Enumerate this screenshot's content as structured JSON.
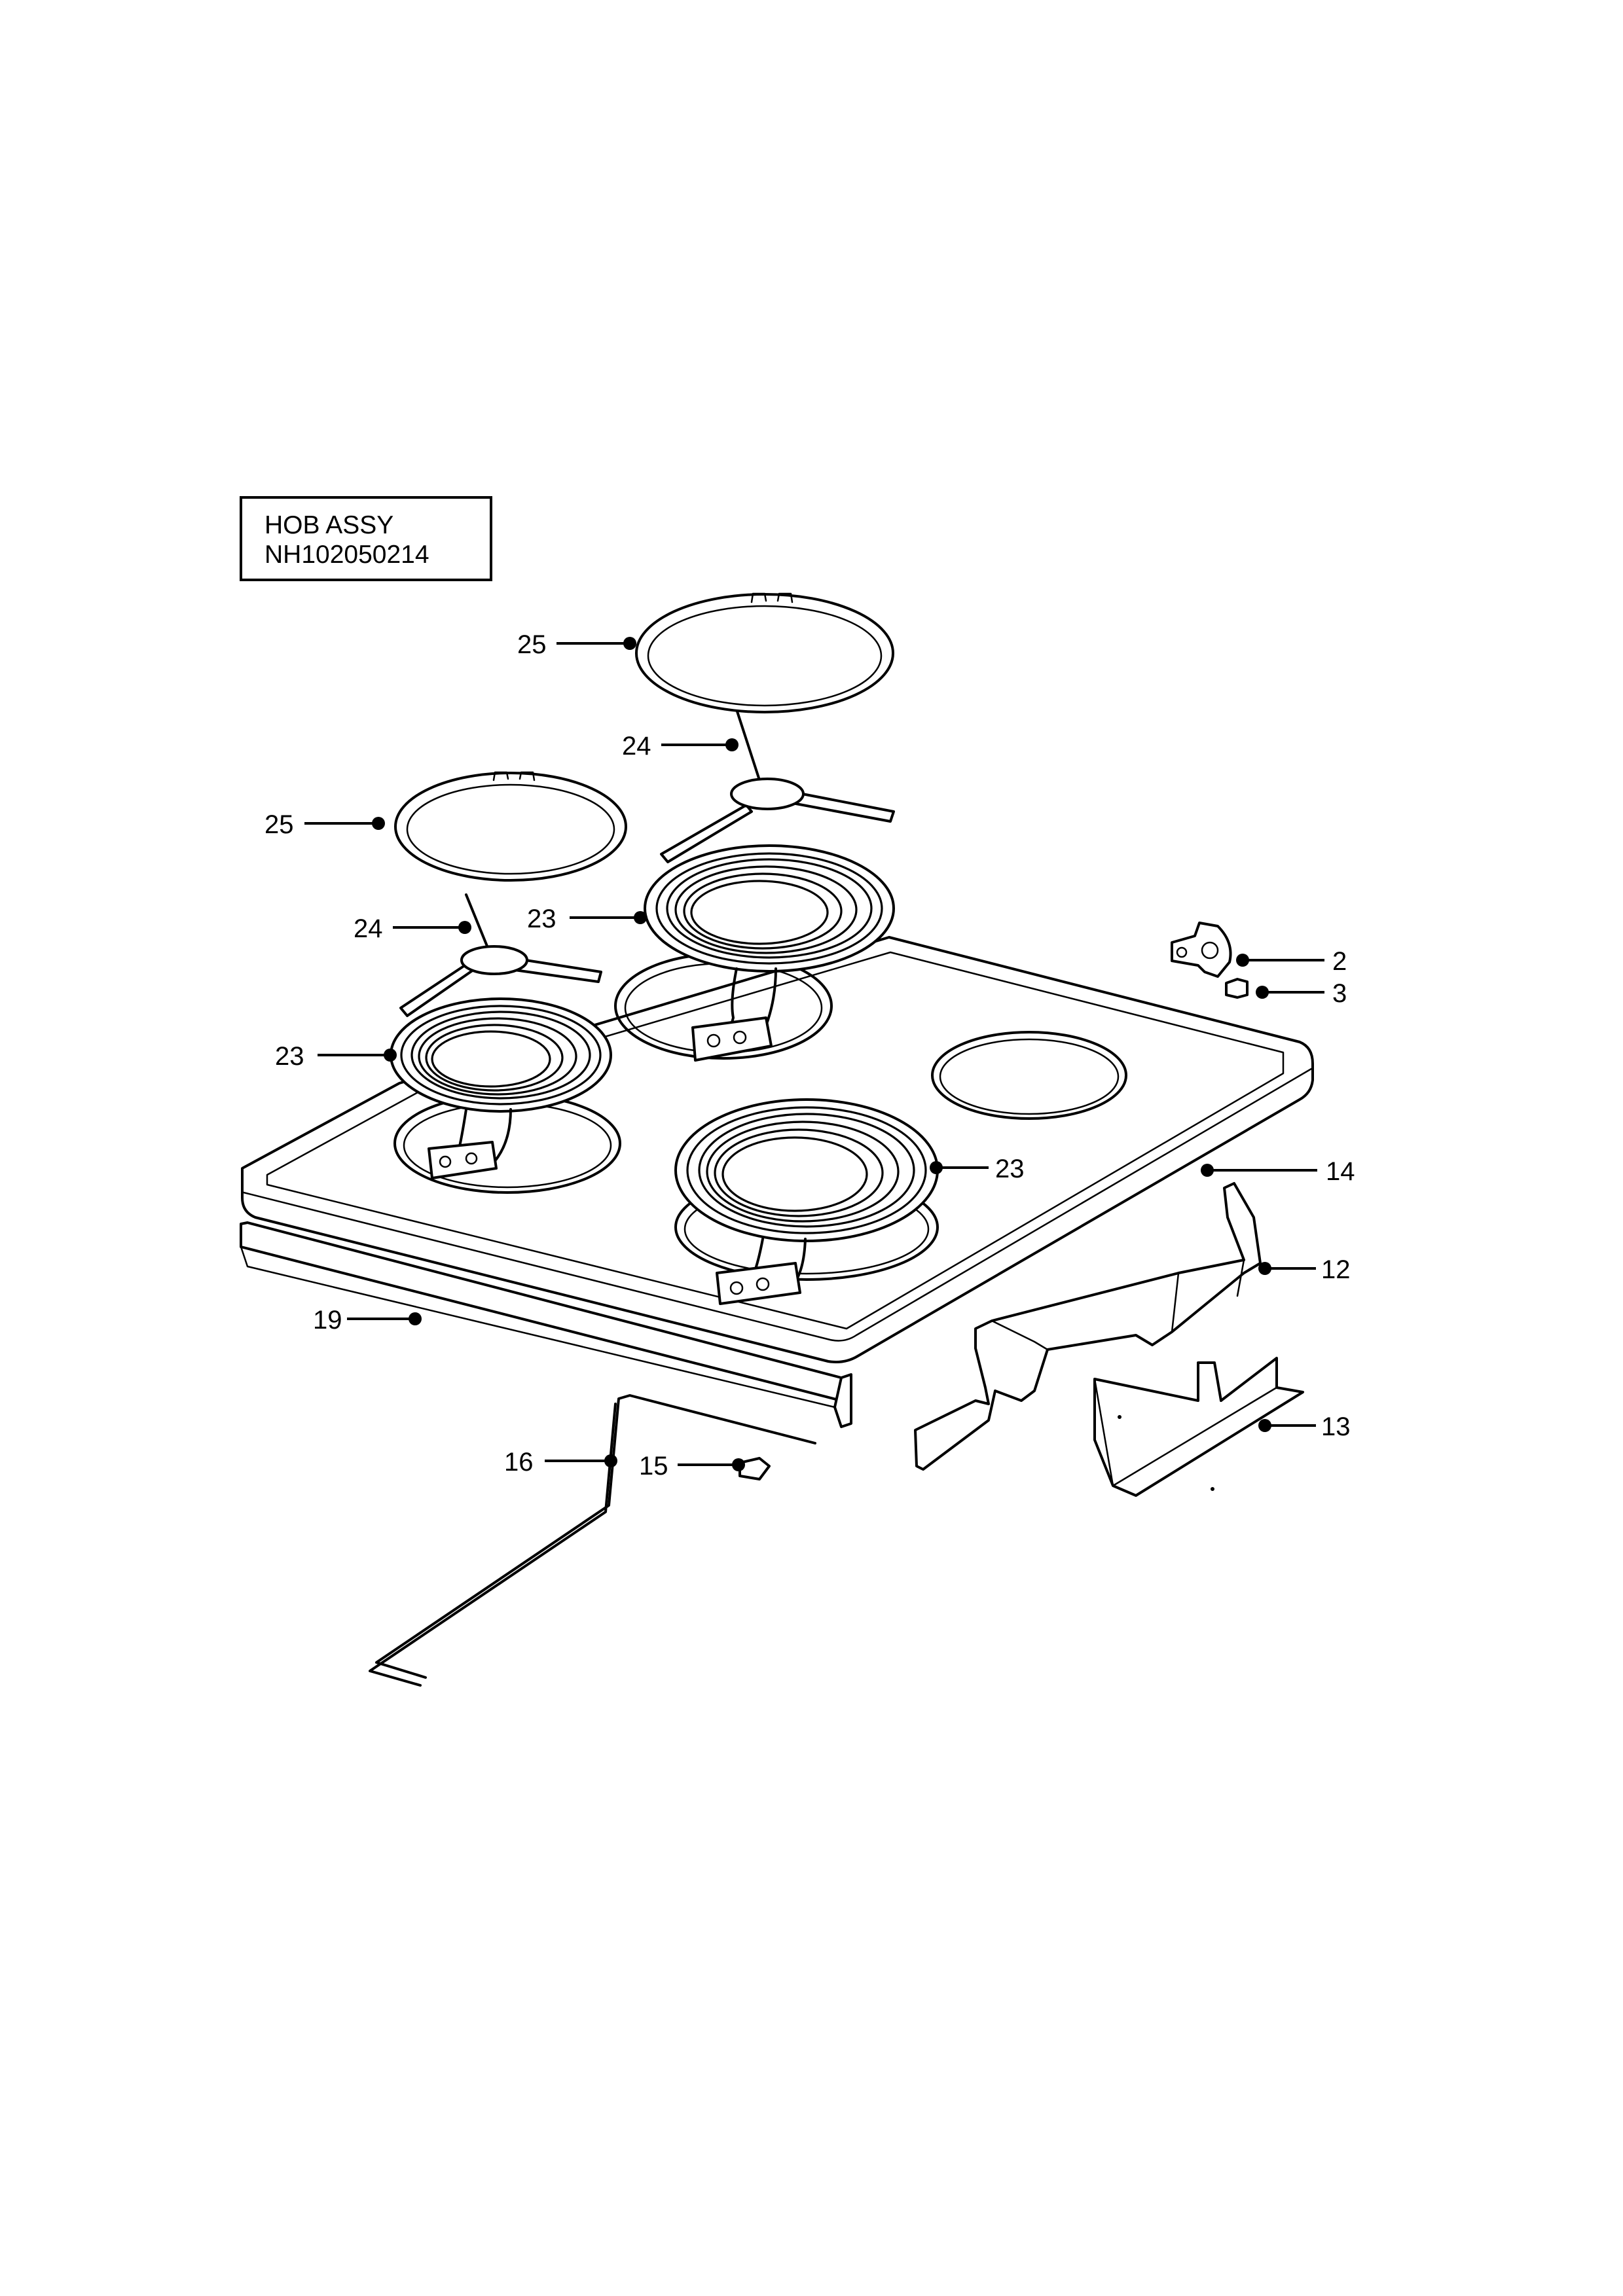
{
  "title": {
    "line1": "HOB ASSY",
    "line2": "NH102050214"
  },
  "callouts": [
    {
      "id": "c25a",
      "label": "25",
      "part": "plate-ring-top"
    },
    {
      "id": "c24a",
      "label": "24",
      "part": "support-spider-top"
    },
    {
      "id": "c25b",
      "label": "25",
      "part": "plate-ring-left"
    },
    {
      "id": "c23a",
      "label": "23",
      "part": "element-rear-right"
    },
    {
      "id": "c24b",
      "label": "24",
      "part": "support-spider-left"
    },
    {
      "id": "c23b",
      "label": "23",
      "part": "element-rear-left"
    },
    {
      "id": "c23c",
      "label": "23",
      "part": "element-front"
    },
    {
      "id": "c2",
      "label": "2",
      "part": "hinge-bracket"
    },
    {
      "id": "c3",
      "label": "3",
      "part": "screw"
    },
    {
      "id": "c14",
      "label": "14",
      "part": "hob-top"
    },
    {
      "id": "c12",
      "label": "12",
      "part": "side-bracket"
    },
    {
      "id": "c19",
      "label": "19",
      "part": "front-trim"
    },
    {
      "id": "c13",
      "label": "13",
      "part": "channel-bracket"
    },
    {
      "id": "c16",
      "label": "16",
      "part": "support-rod"
    },
    {
      "id": "c15",
      "label": "15",
      "part": "clip"
    }
  ]
}
